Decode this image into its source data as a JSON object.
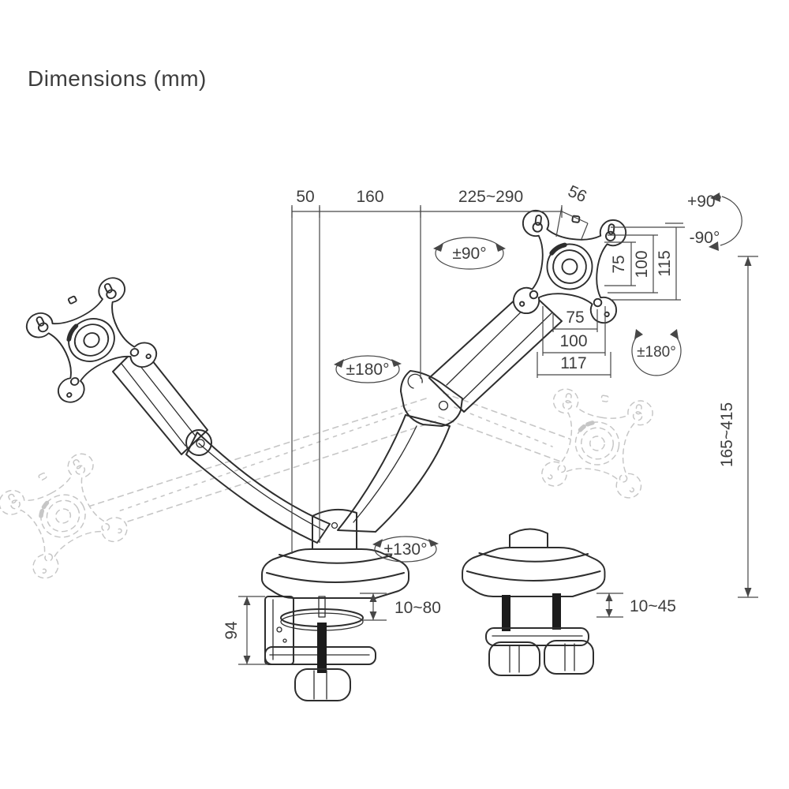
{
  "title": "Dimensions (mm)",
  "colors": {
    "line": "#2e2e2e",
    "dim": "#474747",
    "ghost": "#c6c6c6",
    "text": "#3e3e3e",
    "background": "#ffffff"
  },
  "dims": {
    "pole_offset": "50",
    "arm_front": "160",
    "arm_reach": "225~290",
    "head_depth": "56",
    "vesa_v75": "75",
    "vesa_v100": "100",
    "plate_height": "115",
    "vesa_h75": "75",
    "vesa_h100": "100",
    "plate_width": "117",
    "height_range": "165~415",
    "clamp_range": "10~80",
    "clamp_height": "94",
    "grommet_range": "10~45"
  },
  "rotations": {
    "tilt_up": "+90°",
    "tilt_down": "-90°",
    "head_swivel": "±90°",
    "arm_swivel": "±180°",
    "plate_rotation": "±180°",
    "base_swivel": "±130°"
  }
}
